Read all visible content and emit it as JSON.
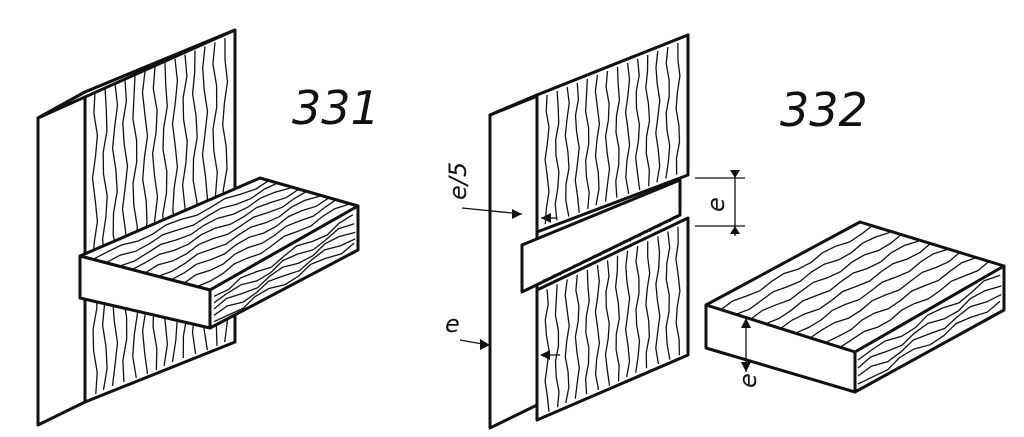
{
  "figures": [
    {
      "number": "331"
    },
    {
      "number": "332"
    }
  ],
  "dimensions": {
    "e": "e",
    "fraction_e_over_5": "e/5"
  },
  "colors": {
    "ink": "#111111",
    "paper": "#ffffff"
  }
}
